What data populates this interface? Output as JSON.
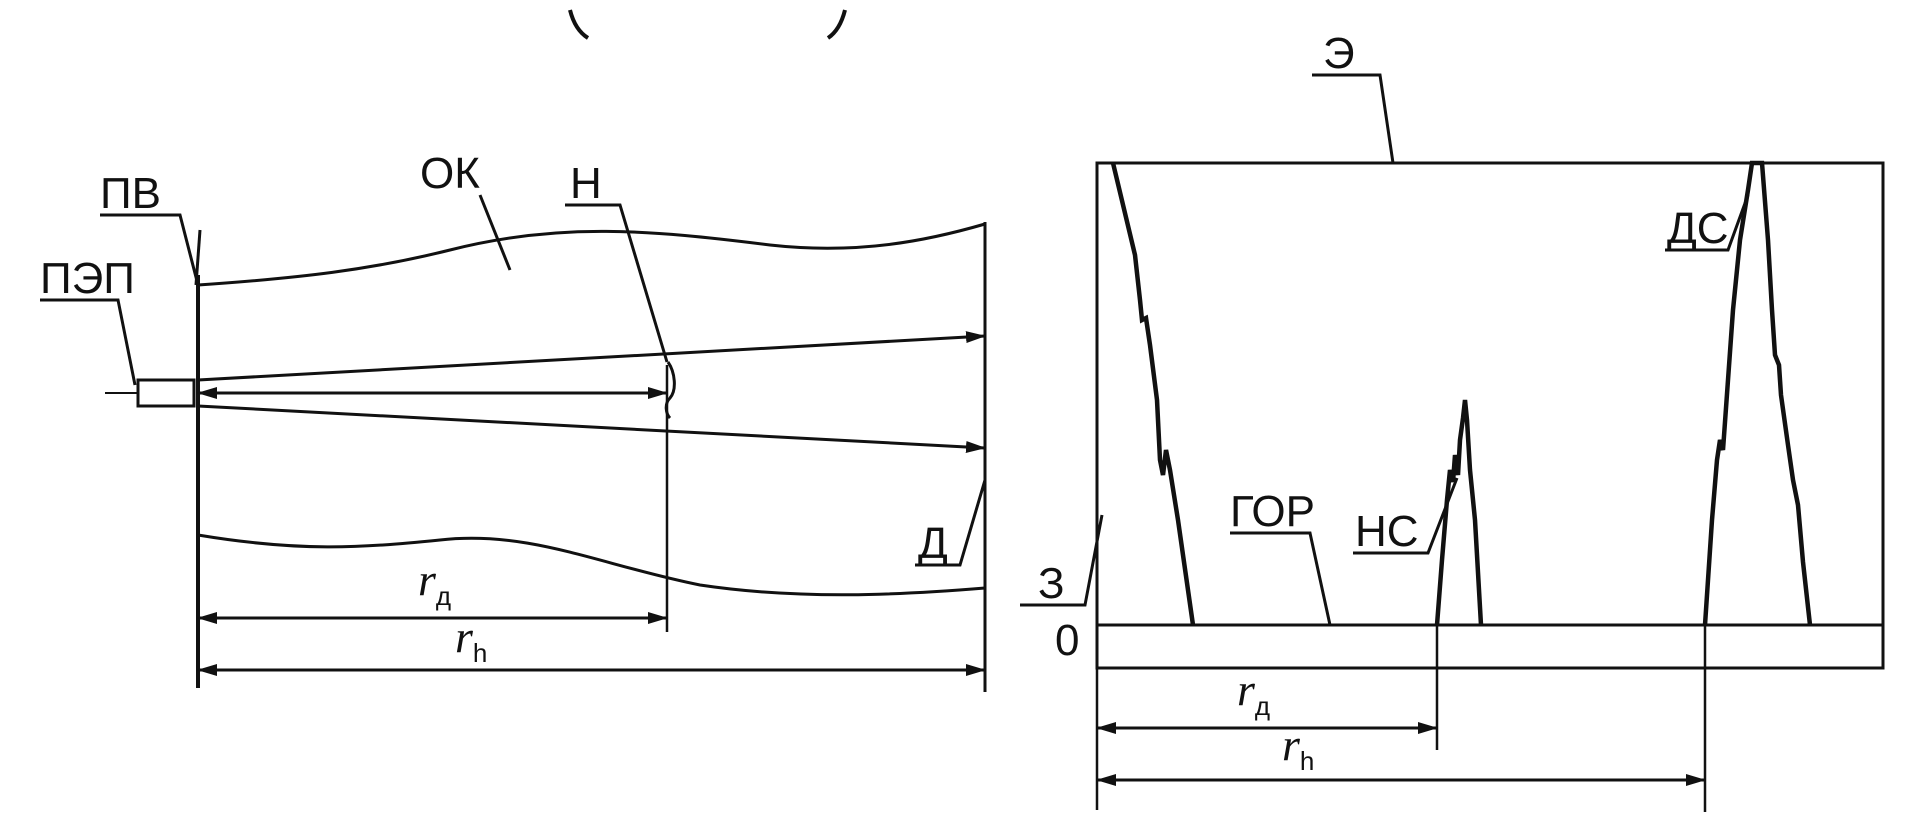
{
  "colors": {
    "ink": "#111111",
    "paper": "#ffffff"
  },
  "left_diagram": {
    "labels": {
      "pep": "ПЭП",
      "pv": "ПВ",
      "ok": "ОК",
      "n": "Н",
      "d": "Д"
    },
    "dims": {
      "rd_symbol": "r",
      "rd_sub": "д",
      "rh_symbol": "r",
      "rh_sub": "h"
    }
  },
  "right_diagram": {
    "labels": {
      "e": "Э",
      "ds": "ДС",
      "gor": "ГОР",
      "ns": "НС",
      "z": "З",
      "zero": "0"
    },
    "dims": {
      "rd_symbol": "r",
      "rd_sub": "д",
      "rh_symbol": "r",
      "rh_sub": "h"
    }
  }
}
